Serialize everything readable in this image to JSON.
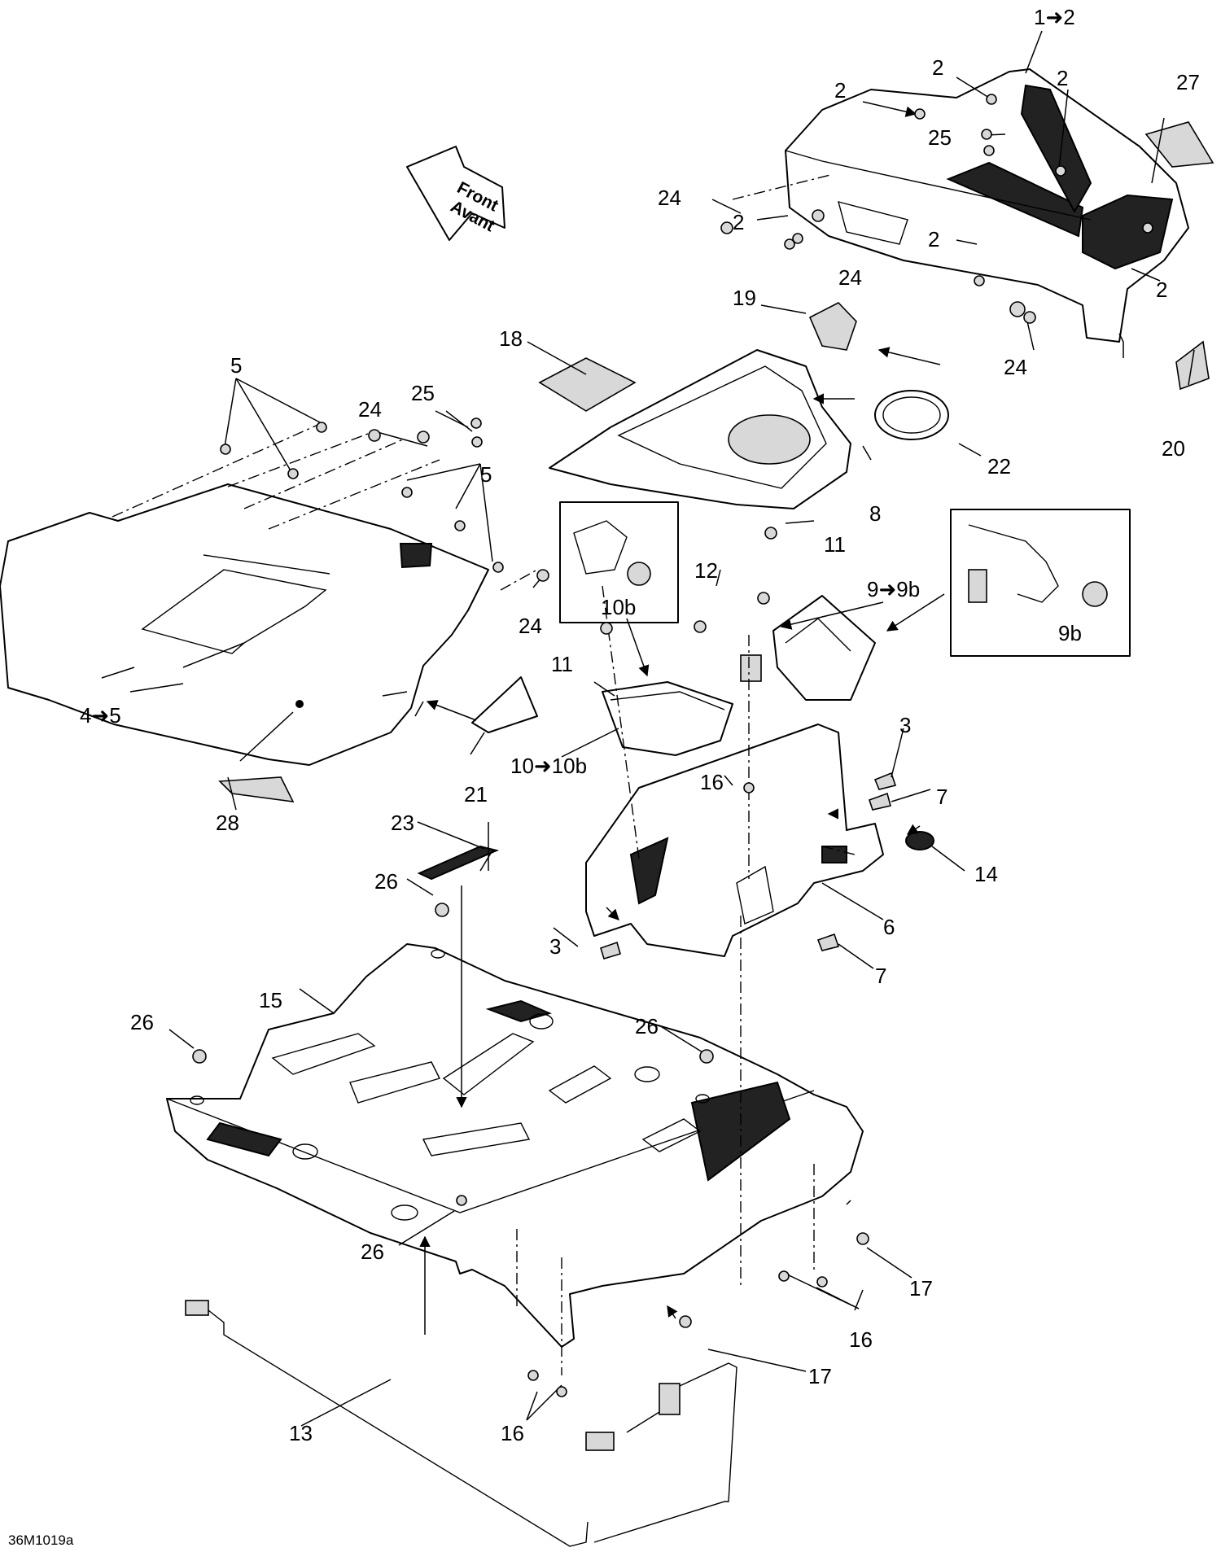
{
  "figure_id": "36M1019a",
  "direction": {
    "line1": "Front",
    "line2": "Avant"
  },
  "callouts": [
    {
      "label": "1➜2"
    },
    {
      "label": "2"
    },
    {
      "label": "2"
    },
    {
      "label": "2"
    },
    {
      "label": "2"
    },
    {
      "label": "2"
    },
    {
      "label": "2"
    },
    {
      "label": "2"
    },
    {
      "label": "27"
    },
    {
      "label": "25"
    },
    {
      "label": "24"
    },
    {
      "label": "24"
    },
    {
      "label": "24"
    },
    {
      "label": "19"
    },
    {
      "label": "18"
    },
    {
      "label": "20"
    },
    {
      "label": "22"
    },
    {
      "label": "8"
    },
    {
      "label": "5"
    },
    {
      "label": "24"
    },
    {
      "label": "25"
    },
    {
      "label": "5"
    },
    {
      "label": "24"
    },
    {
      "label": "4➜5"
    },
    {
      "label": "28"
    },
    {
      "label": "21"
    },
    {
      "label": "11"
    },
    {
      "label": "12"
    },
    {
      "label": "9➜9b"
    },
    {
      "label": "9b"
    },
    {
      "label": "11"
    },
    {
      "label": "10b"
    },
    {
      "label": "10➜10b"
    },
    {
      "label": "3"
    },
    {
      "label": "7"
    },
    {
      "label": "16"
    },
    {
      "label": "14"
    },
    {
      "label": "6"
    },
    {
      "label": "3"
    },
    {
      "label": "7"
    },
    {
      "label": "23"
    },
    {
      "label": "26"
    },
    {
      "label": "15"
    },
    {
      "label": "26"
    },
    {
      "label": "26"
    },
    {
      "label": "26"
    },
    {
      "label": "17"
    },
    {
      "label": "16"
    },
    {
      "label": "17"
    },
    {
      "label": "13"
    },
    {
      "label": "16"
    }
  ]
}
